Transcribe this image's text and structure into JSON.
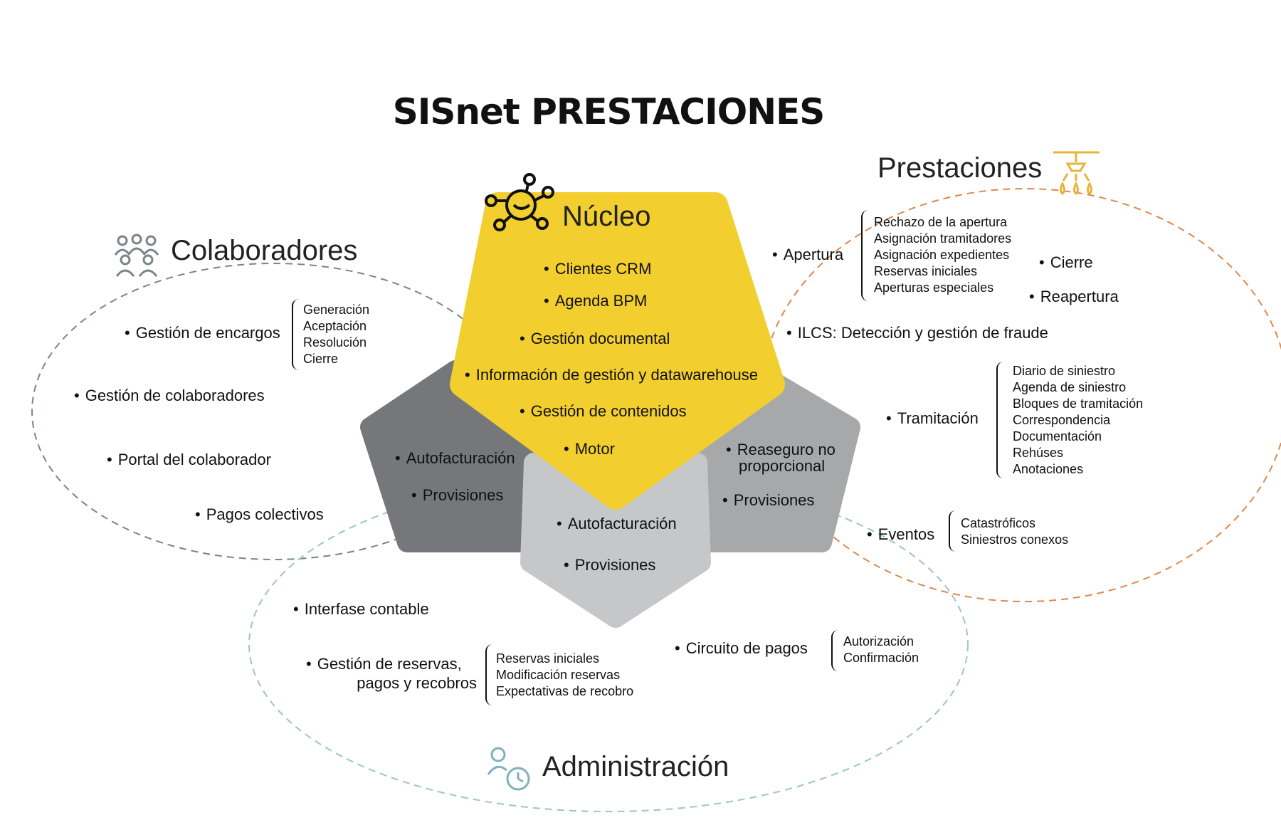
{
  "title": "SISnet PRESTACIONES",
  "colors": {
    "nucleo": "#f2cf2e",
    "dark_gray": "#76777b",
    "mid_gray": "#a7a8a9",
    "light_gray": "#c6c7c8",
    "colaboradores_ring": "#7b8585",
    "prestaciones_ring": "#e0874a",
    "administracion_ring": "#9ec3cb",
    "prestaciones_icon": "#e7b43a",
    "administracion_icon": "#7fb1bd"
  },
  "nucleo": {
    "label": "Núcleo",
    "items": [
      "Clientes CRM",
      "Agenda BPM",
      "Gestión documental",
      "Información de gestión y datawarehouse",
      "Gestión de contenidos",
      "Motor"
    ]
  },
  "pentagon_left": {
    "items": [
      "Autofacturación",
      "Provisiones"
    ]
  },
  "pentagon_bottom": {
    "items": [
      "Autofacturación",
      "Provisiones"
    ]
  },
  "pentagon_right": {
    "items": [
      "Reaseguro no proporcional",
      "Provisiones"
    ],
    "line1": "Reaseguro no",
    "line2": "proporcional"
  },
  "colaboradores": {
    "label": "Colaboradores",
    "encargos": {
      "label": "Gestión de encargos",
      "subs": [
        "Generación",
        "Aceptación",
        "Resolución",
        "Cierre"
      ]
    },
    "items": [
      "Gestión de colaboradores",
      "Portal del colaborador",
      "Pagos colectivos"
    ]
  },
  "prestaciones": {
    "label": "Prestaciones",
    "apertura": {
      "label": "Apertura",
      "subs": [
        "Rechazo de la apertura",
        "Asignación tramitadores",
        "Asignación expedientes",
        "Reservas iniciales",
        "Aperturas especiales"
      ]
    },
    "cierre": "Cierre",
    "reapertura": "Reapertura",
    "ilcs": "ILCS: Detección y gestión de fraude",
    "tramitacion": {
      "label": "Tramitación",
      "subs": [
        "Diario de siniestro",
        "Agenda de siniestro",
        "Bloques de tramitación",
        "Correspondencia",
        "Documentación",
        "Rehúses",
        "Anotaciones"
      ]
    },
    "eventos": {
      "label": "Eventos",
      "subs": [
        "Catastróficos",
        "Siniestros conexos"
      ]
    }
  },
  "administracion": {
    "label": "Administración",
    "interfase": "Interfase contable",
    "reservas": {
      "line1": "Gestión de reservas,",
      "line2": "pagos y recobros",
      "subs": [
        "Reservas iniciales",
        "Modificación reservas",
        "Expectativas de recobro"
      ]
    },
    "circuito": {
      "label": "Circuito de pagos",
      "subs": [
        "Autorización",
        "Confirmación"
      ]
    }
  }
}
